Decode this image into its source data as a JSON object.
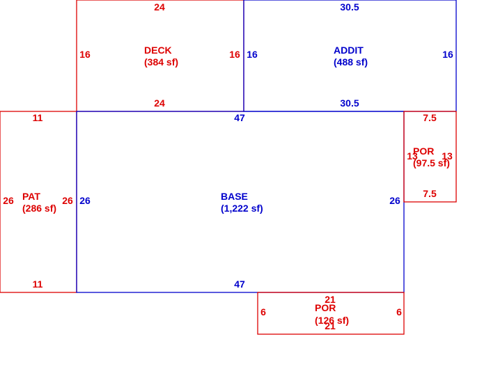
{
  "colors": {
    "red": "#dd0000",
    "blue": "#0000cc"
  },
  "areas": {
    "deck": {
      "name": "DECK",
      "sf": "(384 sf)",
      "color": "red",
      "top": "24",
      "bottom": "24",
      "left": "16",
      "right": "16"
    },
    "addit": {
      "name": "ADDIT",
      "sf": "(488 sf)",
      "color": "blue",
      "top": "30.5",
      "bottom": "30.5",
      "left": "16",
      "right": "16"
    },
    "base": {
      "name": "BASE",
      "sf": "(1,222 sf)",
      "color": "blue",
      "top": "47",
      "bottom": "47",
      "left": "26",
      "right": "26"
    },
    "pat": {
      "name": "PAT",
      "sf": "(286 sf)",
      "color": "red",
      "top": "11",
      "bottom": "11",
      "left": "26",
      "right": "26"
    },
    "por_right": {
      "name": "POR",
      "sf": "(97.5 sf)",
      "color": "red",
      "top": "7.5",
      "bottom": "7.5",
      "left": "13",
      "right": "13"
    },
    "por_bottom": {
      "name": "POR",
      "sf": "(126 sf)",
      "color": "red",
      "top": "21",
      "bottom": "21",
      "left": "6",
      "right": "6"
    }
  }
}
